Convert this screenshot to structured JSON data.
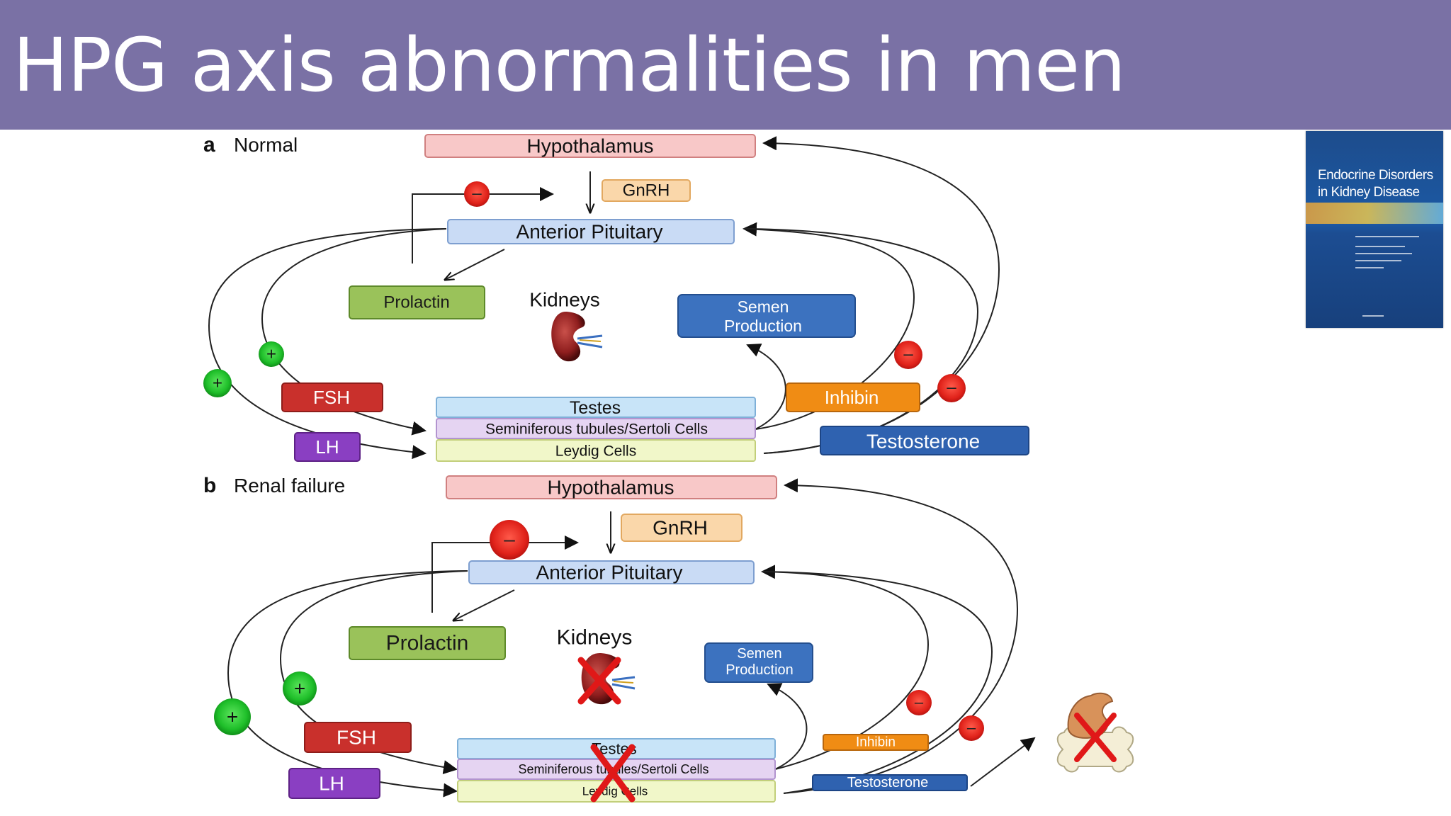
{
  "slide": {
    "title": "HPG axis abnormalities in men",
    "colors": {
      "title_bar": "#7a71a5",
      "title_text": "#ffffff"
    }
  },
  "book": {
    "title": "Endocrine Disorders in Kidney Disease"
  },
  "panel_a": {
    "letter": "a",
    "name": "Normal",
    "hypothalamus": "Hypothalamus",
    "gnrh": "GnRH",
    "anterior_pituitary": "Anterior Pituitary",
    "prolactin": "Prolactin",
    "kidneys": "Kidneys",
    "semen_line1": "Semen",
    "semen_line2": "Production",
    "fsh": "FSH",
    "lh": "LH",
    "inhibin": "Inhibin",
    "testes": "Testes",
    "seminiferous": "Seminiferous tubules/Sertoli Cells",
    "leydig": "Leydig Cells",
    "testosterone": "Testosterone",
    "plus": "+",
    "minus": "–"
  },
  "panel_b": {
    "letter": "b",
    "name": "Renal failure",
    "hypothalamus": "Hypothalamus",
    "gnrh": "GnRH",
    "anterior_pituitary": "Anterior Pituitary",
    "prolactin": "Prolactin",
    "kidneys": "Kidneys",
    "semen_line1": "Semen",
    "semen_line2": "Production",
    "fsh": "FSH",
    "lh": "LH",
    "inhibin": "Inhibin",
    "testes": "Testes",
    "seminiferous": "Seminiferous tubules/Sertoli Cells",
    "leydig": "Leydig Cells",
    "testosterone": "Testosterone",
    "plus": "+",
    "minus": "–"
  }
}
